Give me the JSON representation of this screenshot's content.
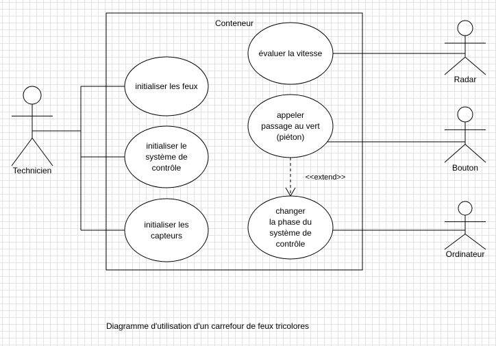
{
  "title": "Diagramme d'utilisation d'un carrefour de feux tricolores",
  "container_label": "Conteneur",
  "actors": [
    {
      "id": "technicien",
      "label": "Technicien"
    },
    {
      "id": "radar",
      "label": "Radar"
    },
    {
      "id": "bouton",
      "label": "Bouton"
    },
    {
      "id": "ordinateur",
      "label": "Ordinateur"
    }
  ],
  "use_cases": [
    {
      "id": "init-feux",
      "lines": [
        "initialiser les feux"
      ]
    },
    {
      "id": "init-systeme",
      "lines": [
        "initialiser le",
        "système de",
        "contrôle"
      ]
    },
    {
      "id": "init-capteurs",
      "lines": [
        "initialiser les",
        "capteurs"
      ]
    },
    {
      "id": "evaluer-vitesse",
      "lines": [
        "évaluer la vitesse"
      ]
    },
    {
      "id": "appeler-passage",
      "lines": [
        "appeler",
        "passage au vert",
        "(piéton)"
      ]
    },
    {
      "id": "changer-phase",
      "lines": [
        "changer",
        "la phase du",
        "système de",
        "contrôle"
      ]
    }
  ],
  "associations": [
    {
      "actor": "technicien",
      "use_case": "init-feux"
    },
    {
      "actor": "technicien",
      "use_case": "init-systeme"
    },
    {
      "actor": "technicien",
      "use_case": "init-capteurs"
    },
    {
      "actor": "radar",
      "use_case": "evaluer-vitesse"
    },
    {
      "actor": "bouton",
      "use_case": "appeler-passage"
    },
    {
      "actor": "ordinateur",
      "use_case": "changer-phase"
    }
  ],
  "relations": [
    {
      "type": "extend",
      "from": "appeler-passage",
      "to": "changer-phase",
      "label": "<<extend>>"
    }
  ]
}
